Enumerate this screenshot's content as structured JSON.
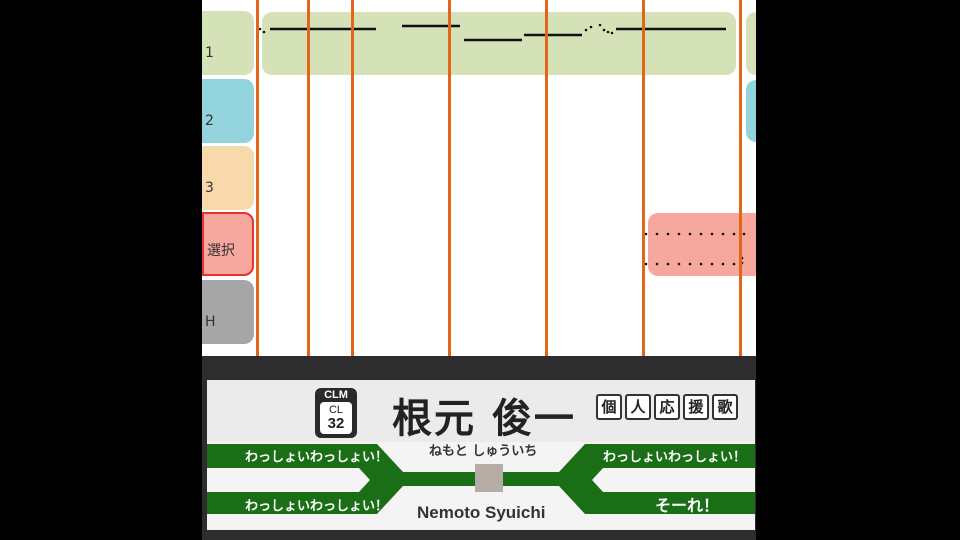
{
  "lanes": [
    {
      "label": "1",
      "color": "#d5e2b8"
    },
    {
      "label": "2",
      "color": "#93d3dc"
    },
    {
      "label": "3",
      "color": "#f7d9ac"
    },
    {
      "label": "選択",
      "color": "#f6a79e",
      "border": "#e8322a"
    },
    {
      "label": "H",
      "color": "#a6a6a6"
    }
  ],
  "sign": {
    "line_badge": {
      "top": "CLM",
      "code": "CL",
      "number": "32"
    },
    "station_name": "根元 俊一",
    "kana": "ねもと しゅういち",
    "tags": [
      "個",
      "人",
      "応",
      "援",
      "歌"
    ],
    "romaji": "Nemoto Syuichi",
    "left_top": "わっしょいわっしょい！",
    "left_bottom": "わっしょいわっしょい！",
    "right_top": "わっしょいわっしょい！",
    "right_bottom": "そーれ！",
    "line_color": "#1a6e15"
  }
}
